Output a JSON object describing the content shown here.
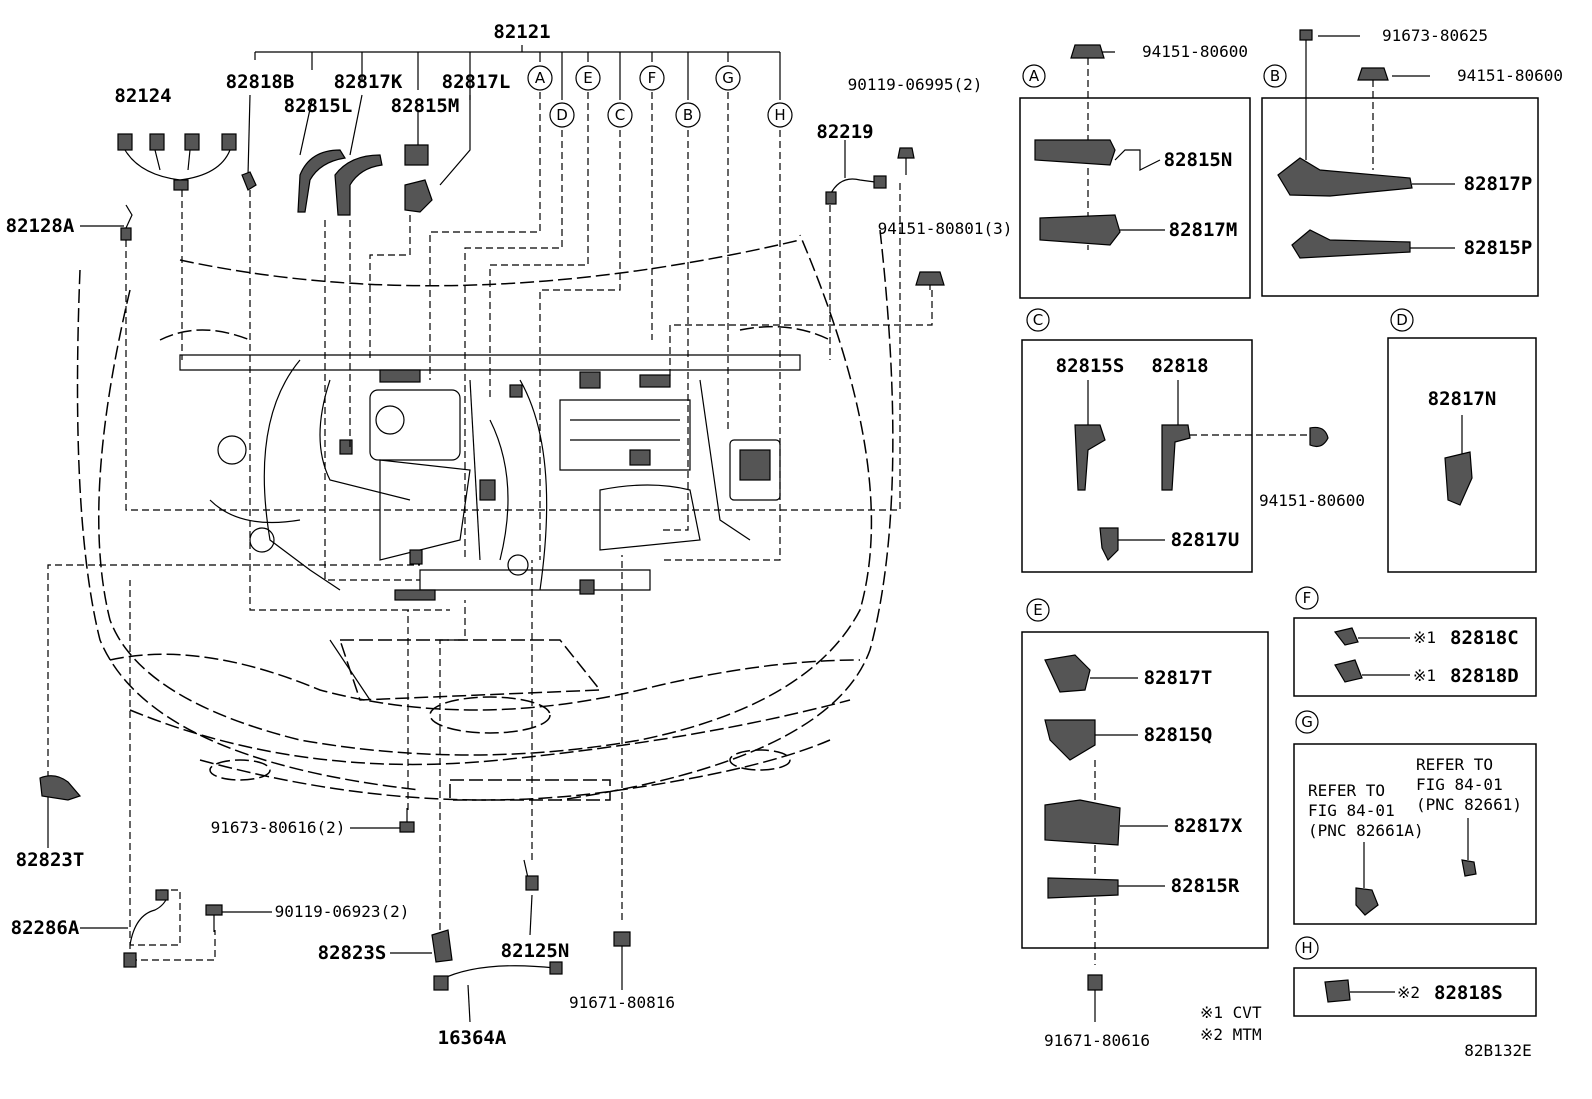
{
  "parts": {
    "p82121": "82121",
    "p82124": "82124",
    "p82818B": "82818B",
    "p82817K": "82817K",
    "p82817L": "82817L",
    "p82815L": "82815L",
    "p82815M": "82815M",
    "p82128A": "82128A",
    "p82219": "82219",
    "p90119_06995": "90119-06995(2)",
    "p94151_80801": "94151-80801(3)",
    "p82823T": "82823T",
    "p82286A": "82286A",
    "p90119_06923": "90119-06923(2)",
    "p91673_80616": "91673-80616(2)",
    "p82823S": "82823S",
    "p16364A": "16364A",
    "p82125N": "82125N",
    "p91671_80816": "91671-80816"
  },
  "callouts": [
    "A",
    "D",
    "E",
    "C",
    "F",
    "B",
    "G",
    "H"
  ],
  "panelA": {
    "letter": "A",
    "fastener": "94151-80600",
    "parts": [
      "82815N",
      "82817M"
    ]
  },
  "panelB": {
    "letter": "B",
    "fastener1": "91673-80625",
    "fastener2": "94151-80600",
    "parts": [
      "82817P",
      "82815P"
    ]
  },
  "panelC": {
    "letter": "C",
    "parts": [
      "82815S",
      "82818",
      "82817U"
    ],
    "fastener": "94151-80600"
  },
  "panelD": {
    "letter": "D",
    "parts": [
      "82817N"
    ]
  },
  "panelE": {
    "letter": "E",
    "parts": [
      "82817T",
      "82815Q",
      "82817X",
      "82815R"
    ],
    "fastener": "91671-80616"
  },
  "panelF": {
    "letter": "F",
    "rows": [
      {
        "note": "※1",
        "part": "82818C"
      },
      {
        "note": "※1",
        "part": "82818D"
      }
    ]
  },
  "panelG": {
    "letter": "G",
    "ref1": [
      "REFER TO",
      "FIG 84-01",
      "(PNC 82661A)"
    ],
    "ref2": [
      "REFER TO",
      "FIG 84-01",
      "(PNC 82661)"
    ]
  },
  "panelH": {
    "letter": "H",
    "note": "※2",
    "part": "82818S"
  },
  "legend": [
    "※1 CVT",
    "※2 MTM"
  ],
  "figure_code": "82B132E"
}
